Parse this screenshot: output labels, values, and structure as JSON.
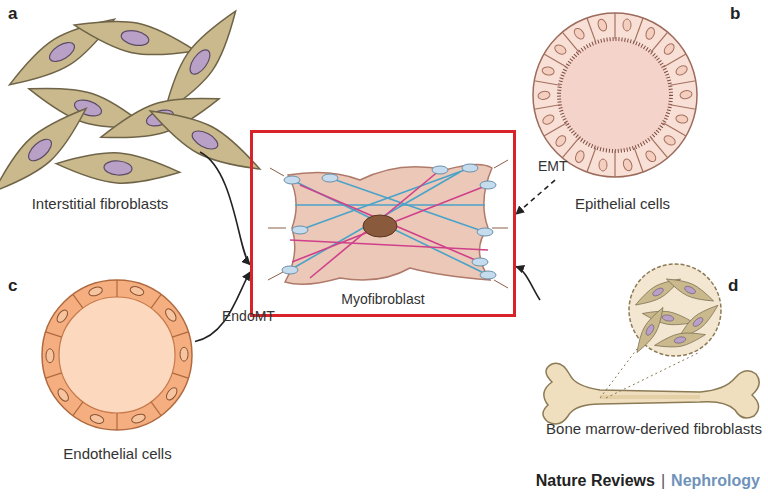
{
  "diagram": {
    "nodes": [
      {
        "text": [
          "Interstitial fibroblasts"
        ]
      },
      {
        "text": [
          "Epithelial cells"
        ]
      },
      {
        "text": [
          "Myofibroblast"
        ]
      },
      {
        "text": [
          "Endothelial cells"
        ]
      },
      {
        "text": [
          "Bone marrow-derived fibroblasts"
        ]
      }
    ],
    "edges": [
      {
        "from": 0,
        "to": 2,
        "arrow": "to"
      },
      {
        "from": 1,
        "to": 2,
        "label": "EMT",
        "arrow": "to"
      },
      {
        "from": 3,
        "to": 2,
        "label": "EndoMT",
        "arrow": "to"
      },
      {
        "from": 4,
        "to": 2,
        "arrow": "to"
      }
    ],
    "labels": [
      "a",
      "b",
      "c",
      "d",
      "Nature Reviews",
      "|",
      "Nephrology"
    ]
  }
}
